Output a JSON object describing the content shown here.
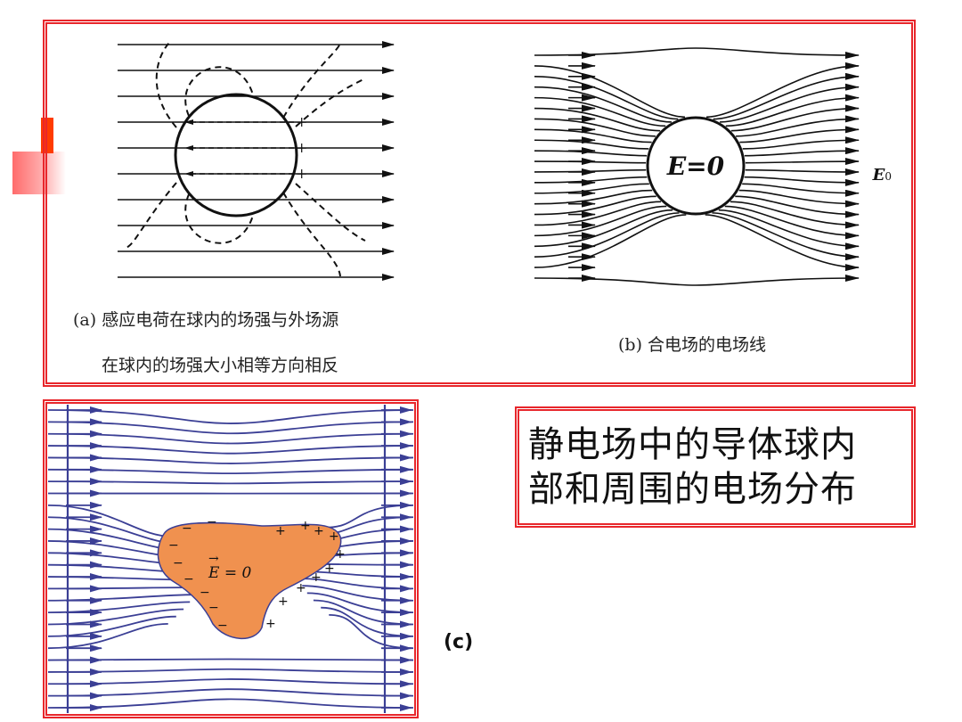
{
  "figure_a": {
    "caption_line1": "(a) 感应电荷在球内的场强与外场源",
    "caption_line2": "在球内的场强大小相等方向相反"
  },
  "figure_b": {
    "caption": "(b) 合电场的电场线",
    "inside_label": "E=0",
    "field_label": "E",
    "field_subscript": "0"
  },
  "figure_c": {
    "label": "(c)",
    "inside_label": "E = 0",
    "plus_sign": "+",
    "minus_sign": "−"
  },
  "title": {
    "line1": "静电场中的导体球内",
    "line2": "部和周围的电场分布"
  },
  "colors": {
    "frame": "#e8262b",
    "field_lines_c": "#3b3f95",
    "conductor_fill": "#f0914f",
    "accent": "#ff3c00"
  }
}
